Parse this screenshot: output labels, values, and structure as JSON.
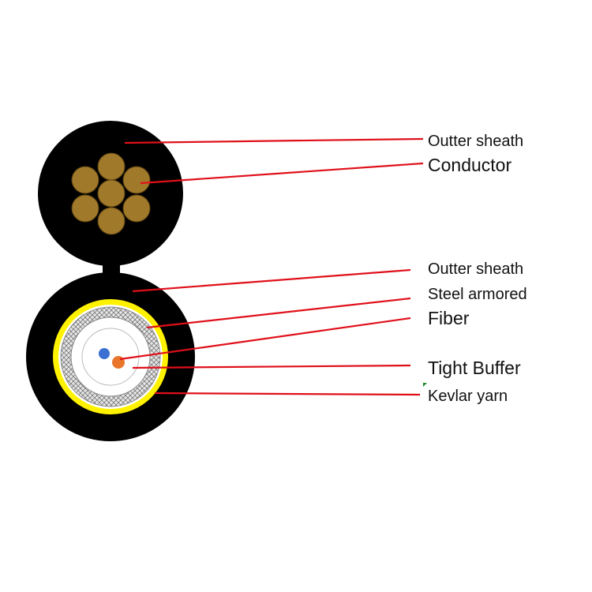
{
  "colors": {
    "sheath": "#000000",
    "conductor": "#a07a2a",
    "conductor_stroke": "#5a4012",
    "kevlar": "#fff200",
    "leader": "#e0101a",
    "fiber_blue": "#3b6fd1",
    "fiber_orange": "#e9752a"
  },
  "labels": {
    "top_sheath": "Outter sheath",
    "conductor": "Conductor",
    "bottom_sheath": "Outter sheath",
    "steel_armored": "Steel armored",
    "fiber": "Fiber",
    "tight_buffer": "Tight Buffer",
    "kevlar_yarn": "Kevlar yarn"
  }
}
